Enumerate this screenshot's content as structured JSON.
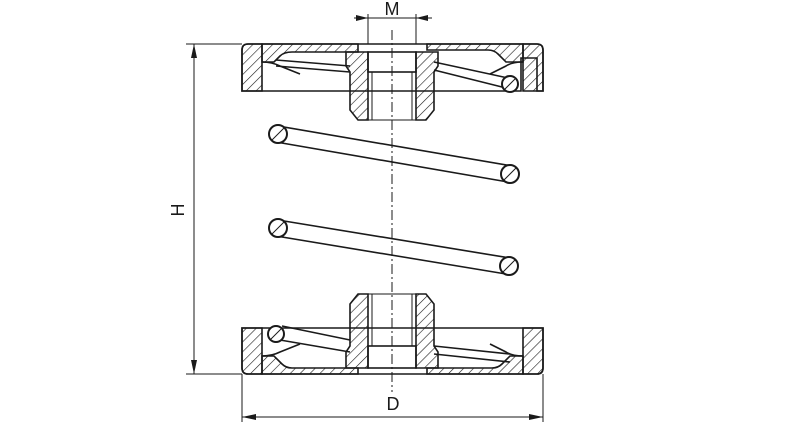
{
  "labels": {
    "thread": "M",
    "height": "H",
    "diameter": "D"
  }
}
